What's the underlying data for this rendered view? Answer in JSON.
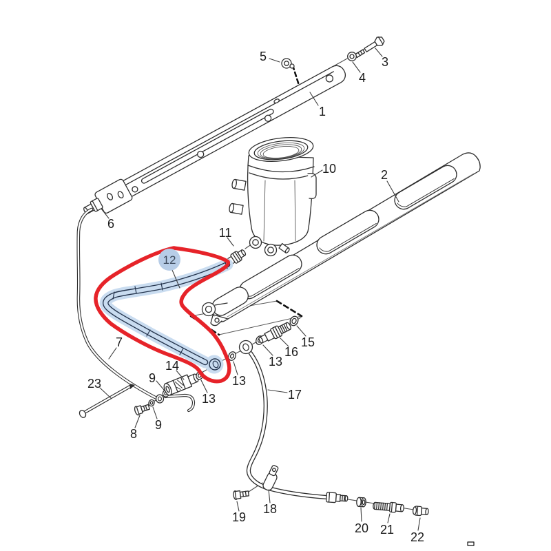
{
  "diagram": {
    "type": "exploded-parts-diagram",
    "colors": {
      "background": "#ffffff",
      "line": "#2d2d2d",
      "thin_line": "#4a4a4a",
      "red_highlight": "#e62329",
      "blue_highlight_band": "#c9dcf0",
      "blue_badge": "#b7cde7",
      "hose_line": "#24344d"
    },
    "callouts": {
      "c1": "1",
      "c2": "2",
      "c3": "3",
      "c4": "4",
      "c5": "5",
      "c6": "6",
      "c7": "7",
      "c8": "8",
      "c9a": "9",
      "c9b": "9",
      "c10": "10",
      "c11": "11",
      "c13a": "13",
      "c13b": "13",
      "c13c": "13",
      "c14": "14",
      "c15": "15",
      "c16": "16",
      "c17": "17",
      "c18": "18",
      "c19": "19",
      "c20": "20",
      "c21": "21",
      "c22": "22",
      "c23": "23",
      "badge12": "12"
    }
  }
}
